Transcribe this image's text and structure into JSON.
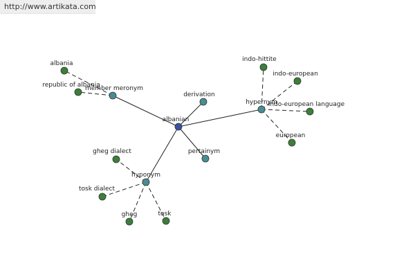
{
  "header": {
    "url": "http://www.artikata.com"
  },
  "colors": {
    "center": "#3b4fa3",
    "relation": "#4a8c95",
    "leaf": "#3e7d3b",
    "stroke": "#2a3a2a"
  },
  "graph": {
    "nodes": [
      {
        "id": "albanian",
        "label": "albanian",
        "type": "center"
      },
      {
        "id": "member-meronym",
        "label": "member meronym",
        "type": "relation"
      },
      {
        "id": "derivation",
        "label": "derivation",
        "type": "relation"
      },
      {
        "id": "hypernym",
        "label": "hypernym",
        "type": "relation"
      },
      {
        "id": "pertainym",
        "label": "pertainym",
        "type": "relation"
      },
      {
        "id": "hyponym",
        "label": "hyponym",
        "type": "relation"
      },
      {
        "id": "albania",
        "label": "albania",
        "type": "leaf"
      },
      {
        "id": "republic-of-albania",
        "label": "republic of albania",
        "type": "leaf"
      },
      {
        "id": "indo-hittite",
        "label": "indo-hittite",
        "type": "leaf"
      },
      {
        "id": "indo-european",
        "label": "indo-european",
        "type": "leaf"
      },
      {
        "id": "indo-european-language",
        "label": "indo-european language",
        "type": "leaf"
      },
      {
        "id": "european",
        "label": "european",
        "type": "leaf"
      },
      {
        "id": "gheg-dialect",
        "label": "gheg dialect",
        "type": "leaf"
      },
      {
        "id": "tosk-dialect",
        "label": "tosk dialect",
        "type": "leaf"
      },
      {
        "id": "gheg",
        "label": "gheg",
        "type": "leaf"
      },
      {
        "id": "tosk",
        "label": "tosk",
        "type": "leaf"
      }
    ],
    "edges": [
      {
        "from": "albanian",
        "to": "member-meronym",
        "style": "solid"
      },
      {
        "from": "albanian",
        "to": "derivation",
        "style": "solid"
      },
      {
        "from": "albanian",
        "to": "hypernym",
        "style": "solid"
      },
      {
        "from": "albanian",
        "to": "pertainym",
        "style": "solid"
      },
      {
        "from": "albanian",
        "to": "hyponym",
        "style": "solid"
      },
      {
        "from": "member-meronym",
        "to": "albania",
        "style": "dashed"
      },
      {
        "from": "member-meronym",
        "to": "republic-of-albania",
        "style": "dashed"
      },
      {
        "from": "hypernym",
        "to": "indo-hittite",
        "style": "dashed"
      },
      {
        "from": "hypernym",
        "to": "indo-european",
        "style": "dashed"
      },
      {
        "from": "hypernym",
        "to": "indo-european-language",
        "style": "dashed"
      },
      {
        "from": "hypernym",
        "to": "european",
        "style": "dashed"
      },
      {
        "from": "hyponym",
        "to": "gheg-dialect",
        "style": "dashed"
      },
      {
        "from": "hyponym",
        "to": "tosk-dialect",
        "style": "dashed"
      },
      {
        "from": "hyponym",
        "to": "gheg",
        "style": "dashed"
      },
      {
        "from": "hyponym",
        "to": "tosk",
        "style": "dashed"
      }
    ]
  }
}
